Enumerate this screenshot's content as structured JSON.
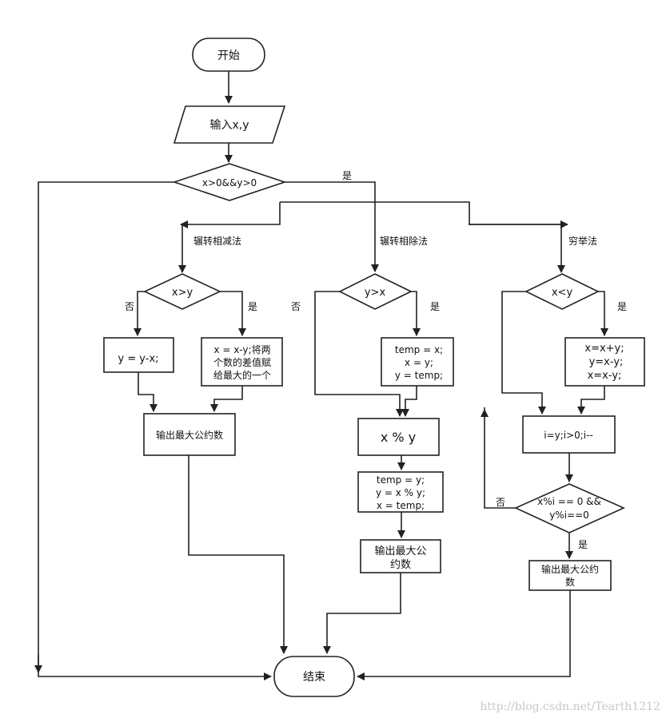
{
  "nodes": {
    "start": "开始",
    "input": "输入x,y",
    "cond_main": "x>0&&y>0",
    "branch1": "辗转相减法",
    "branch2": "辗转相除法",
    "branch3": "穷举法",
    "cond_sub": "x>y",
    "sub_no_box": "y = y-x;",
    "sub_yes_box": [
      "x = x-y;将两",
      "个数的差值赋",
      "给最大的一个"
    ],
    "sub_output": "输出最大公约数",
    "cond_div": "y>x",
    "swap_box": [
      "temp = x;",
      "x = y;",
      "y = temp;"
    ],
    "mod_box": "x % y",
    "rotate_box": [
      "temp = y;",
      "y = x % y;",
      "x = temp;"
    ],
    "div_output": [
      "输出最大公",
      "约数"
    ],
    "cond_enum": "x<y",
    "swap_box2": [
      "x=x+y;",
      "y=x-y;",
      "x=x-y;"
    ],
    "loop_box": "i=y;i>0;i--",
    "cond_loop": [
      "x%i == 0 &&",
      "y%i==0"
    ],
    "enum_output": [
      "输出最大公约",
      "数"
    ],
    "end": "结束"
  },
  "labels": {
    "yes": "是",
    "no": "否"
  },
  "watermark": "http://blog.csdn.net/Tearth1212"
}
